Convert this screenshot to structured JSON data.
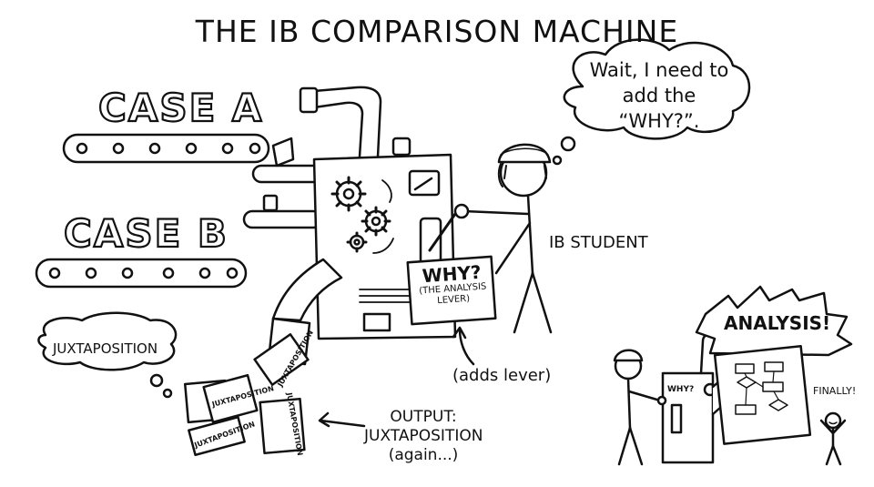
{
  "title": "THE IB COMPARISON MACHINE",
  "case_a": "CASE A",
  "case_b": "CASE B",
  "thought_bubble": "Wait, I need to add the “WHY?”.",
  "student_label": "IB STUDENT",
  "lever_sign": {
    "main": "WHY?",
    "sub_line1": "(THE ANALYSIS",
    "sub_line2": "LEVER)"
  },
  "adds_lever": "(adds lever)",
  "juxtaposition_bubble": "JUXTAPOSITION",
  "output_label": {
    "line1": "OUTPUT:",
    "line2": "JUXTAPOSITION",
    "line3": "(again...)"
  },
  "paper_label": "JUXTAPOSITION",
  "analysis_label": "ANALYSIS!",
  "finally_label": "FINALLY!",
  "small_lever_label": "WHY?",
  "icons": [
    "gear-icon",
    "pipe-icon",
    "conveyor-belt-icon",
    "stick-figure-icon",
    "flowchart-icon"
  ],
  "colors": {
    "ink": "#111111",
    "background": "#ffffff"
  }
}
